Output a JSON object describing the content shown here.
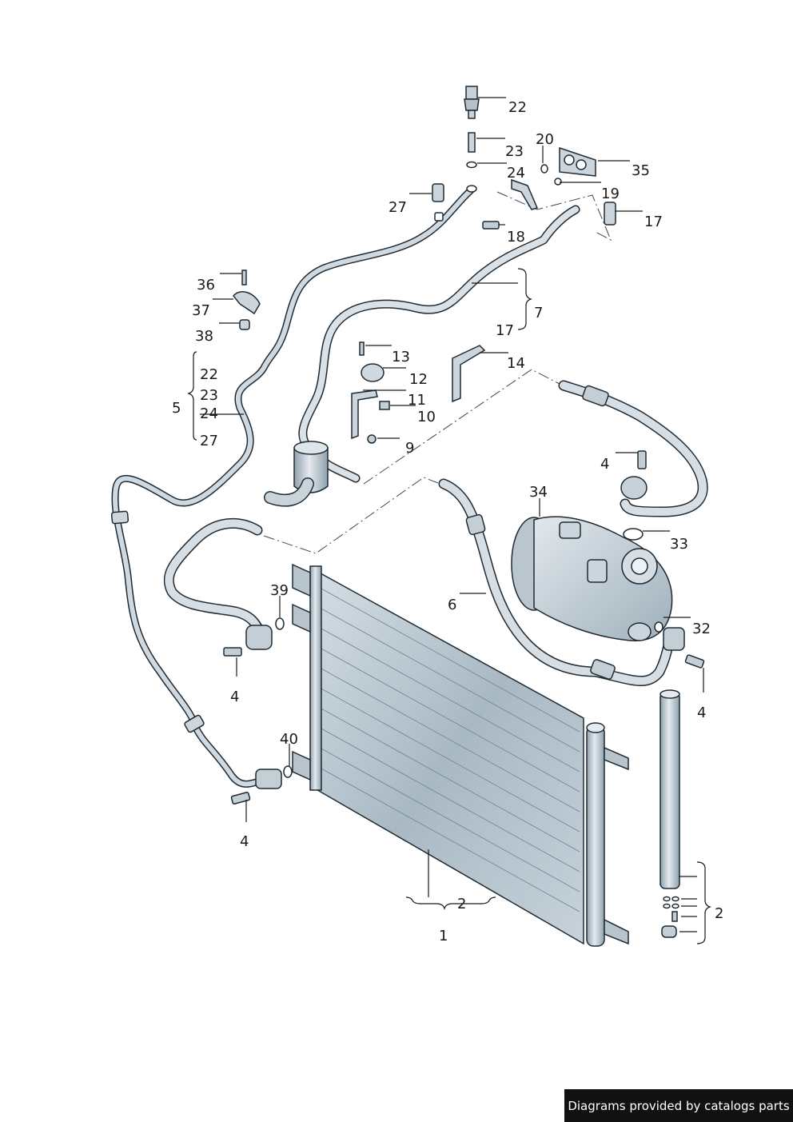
{
  "diagram": {
    "labels": [
      "22",
      "23",
      "24",
      "27",
      "20",
      "35",
      "19",
      "17",
      "18",
      "36",
      "37",
      "38",
      "22",
      "23",
      "24",
      "27",
      "5",
      "13",
      "12",
      "11",
      "10",
      "9",
      "14",
      "7",
      "17",
      "4",
      "34",
      "33",
      "39",
      "4",
      "6",
      "32",
      "4",
      "40",
      "4",
      "2",
      "1",
      "2"
    ],
    "colors": {
      "pipe": "#aeb8bf",
      "pipe_highlight": "#e6ebee",
      "body": "#c4d0d8",
      "body_dark": "#8da0ad",
      "outline": "#1f2a33"
    }
  },
  "credit": "Diagrams provided by catalogs parts"
}
